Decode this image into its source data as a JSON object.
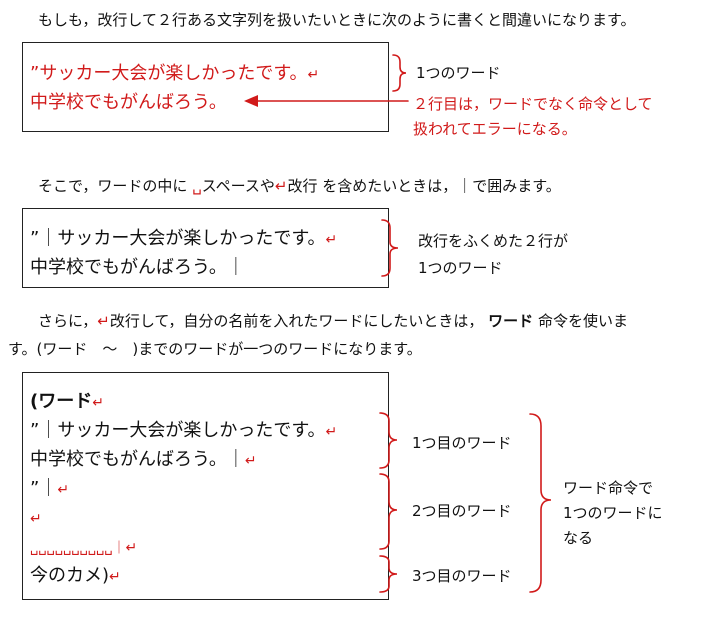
{
  "section1": {
    "intro": "もしも，改行して２行ある文字列を扱いたいときに次のように書くと間違いになります。",
    "code_line1": "”サッカー大会が楽しかったです。",
    "code_line2": "中学校でもがんばろう。",
    "return_mark": "↵",
    "brace_label": "1つのワード",
    "error_line1": "２行目は，ワードでなく命令として",
    "error_line2": "扱われてエラーになる。"
  },
  "section2": {
    "intro_a": "そこで，ワードの中に",
    "space_mark": "␣",
    "intro_b": "スペースや",
    "intro_c": "改行",
    "intro_d": "を含めたいときは，｜で囲みます。",
    "code_line1": "”｜サッカー大会が楽しかったです。",
    "code_line2": "中学校でもがんばろう。｜",
    "note_line1": "改行をふくめた２行が",
    "note_line2": "1つのワード"
  },
  "section3": {
    "intro_a": "さらに，",
    "intro_b": "改行して，自分の名前を入れたワードにしたいときは，",
    "intro_cmd": "ワード",
    "intro_c": "命令を使いま",
    "intro_line2": "す。(ワード　～　)までのワードが一つのワードになります。",
    "code_lines": [
      "(ワード",
      "”｜サッカー大会が楽しかったです。",
      "中学校でもがんばろう。｜",
      "”｜",
      "",
      "␣␣␣␣␣␣␣␣␣␣｜",
      "今のカメ)"
    ],
    "label_word1": "1つ目のワード",
    "label_word2": "2つ目のワード",
    "label_word3": "3つ目のワード",
    "cmd_note_line1": "ワード命令で",
    "cmd_note_line2": "1つのワードに",
    "cmd_note_line3": "なる"
  },
  "colors": {
    "accent": "#d11a1a",
    "text": "#111111",
    "border": "#222222"
  }
}
